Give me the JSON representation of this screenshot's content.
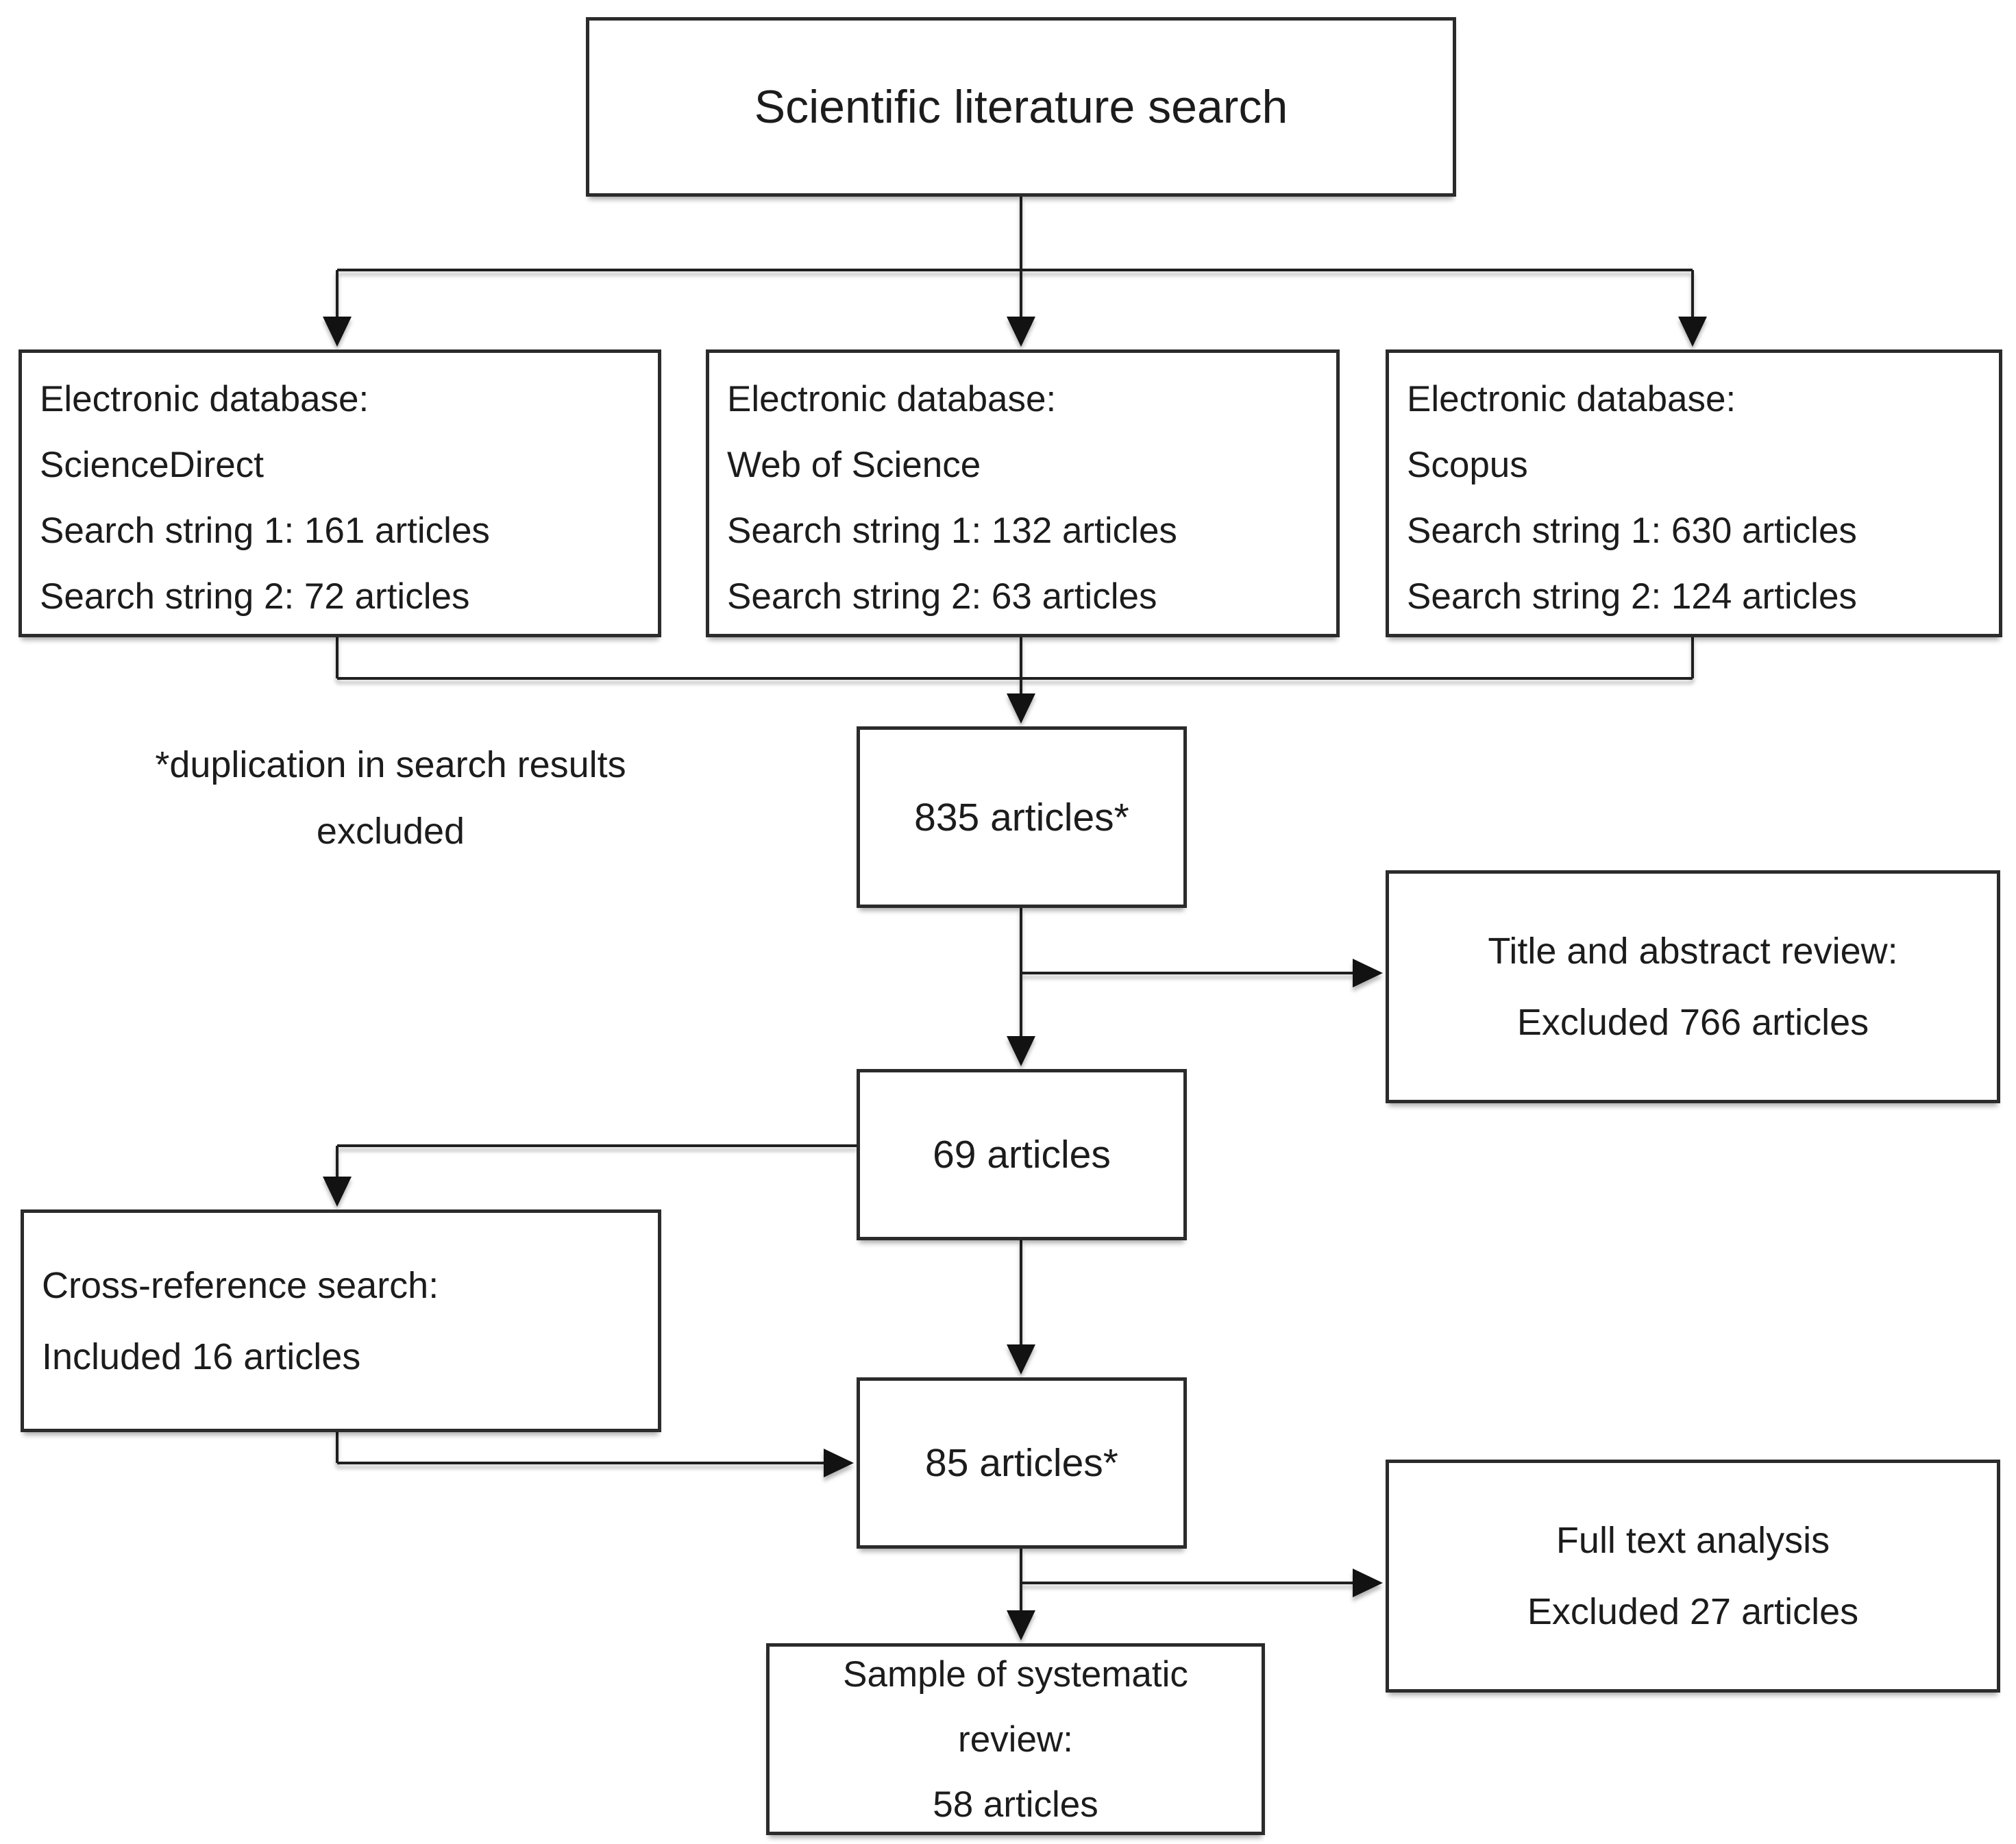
{
  "figure": {
    "colors": {
      "ink": "#1f1f1f",
      "paper": "#ffffff"
    },
    "title_box": {
      "label": "Scientific literature search"
    },
    "db_boxes": [
      {
        "id": "sciencedirect",
        "lines": [
          "Electronic database:",
          "ScienceDirect",
          "Search string 1: 161 articles",
          "Search string 2: 72 articles"
        ]
      },
      {
        "id": "web-of-science",
        "lines": [
          "Electronic database:",
          "Web of Science",
          "Search string 1: 132 articles",
          "Search string 2: 63 articles"
        ]
      },
      {
        "id": "scopus",
        "lines": [
          "Electronic database:",
          "Scopus",
          "Search string 1: 630 articles",
          "Search string 2: 124 articles"
        ]
      }
    ],
    "merged_box": {
      "label": "835 articles*"
    },
    "footnote": {
      "lines": [
        "*duplication in search results",
        "excluded"
      ]
    },
    "title_abstract_box": {
      "lines": [
        "Title and abstract review:",
        "Excluded 766 articles"
      ]
    },
    "screened_box": {
      "label": "69 articles"
    },
    "cross_reference_box": {
      "lines": [
        "Cross-reference search:",
        "Included 16 articles"
      ]
    },
    "combined_box": {
      "label": "85 articles*"
    },
    "full_text_box": {
      "lines": [
        "Full text analysis",
        "Excluded 27 articles"
      ]
    },
    "sample_box": {
      "lines": [
        "Sample of systematic",
        "review:",
        "58 articles"
      ]
    }
  }
}
